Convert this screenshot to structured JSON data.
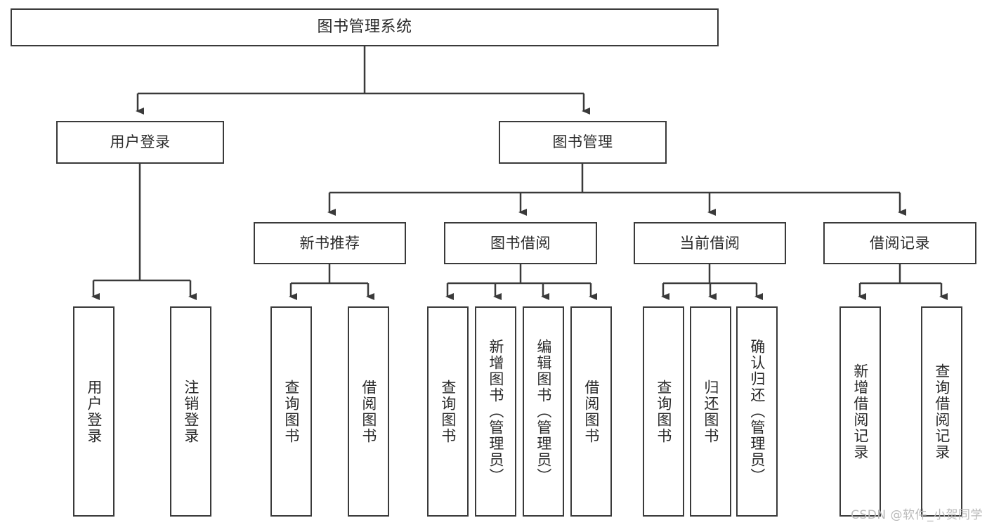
{
  "diagram": {
    "title": "图书管理系统",
    "type": "tree",
    "watermark": "CSDN @软件_小贺同学",
    "colors": {
      "box_border": "#3a3a3a",
      "box_fill": "#ffffff",
      "edge": "#3a3a3a",
      "text": "#2b2b2b",
      "watermark": "#b9b9b9",
      "background": "#ffffff"
    },
    "nodes": {
      "root": {
        "label": "图书管理系统"
      },
      "level2": [
        {
          "id": "user-login",
          "label": "用户登录"
        },
        {
          "id": "book-manage",
          "label": "图书管理"
        }
      ],
      "level3": [
        {
          "id": "new-book-recommend",
          "label": "新书推荐"
        },
        {
          "id": "book-borrow",
          "label": "图书借阅"
        },
        {
          "id": "current-borrow",
          "label": "当前借阅"
        },
        {
          "id": "borrow-record",
          "label": "借阅记录"
        }
      ],
      "leaves": {
        "user-login": [
          {
            "id": "leaf-user-login",
            "label": "用户登录"
          },
          {
            "id": "leaf-user-logout",
            "label": "注销登录"
          }
        ],
        "new-book-recommend": [
          {
            "id": "leaf-query-book-1",
            "label": "查询图书"
          },
          {
            "id": "leaf-borrow-book-1",
            "label": "借阅图书"
          }
        ],
        "book-borrow": [
          {
            "id": "leaf-query-book-2",
            "label": "查询图书"
          },
          {
            "id": "leaf-add-book",
            "label": "新增图书（管理员）"
          },
          {
            "id": "leaf-edit-book",
            "label": "编辑图书（管理员）"
          },
          {
            "id": "leaf-borrow-book-2",
            "label": "借阅图书"
          }
        ],
        "current-borrow": [
          {
            "id": "leaf-query-book-3",
            "label": "查询图书"
          },
          {
            "id": "leaf-return-book",
            "label": "归还图书"
          },
          {
            "id": "leaf-confirm-return",
            "label": "确认归还（管理员）"
          }
        ],
        "borrow-record": [
          {
            "id": "leaf-add-record",
            "label": "新增借阅记录"
          },
          {
            "id": "leaf-query-record",
            "label": "查询借阅记录"
          }
        ]
      }
    }
  }
}
